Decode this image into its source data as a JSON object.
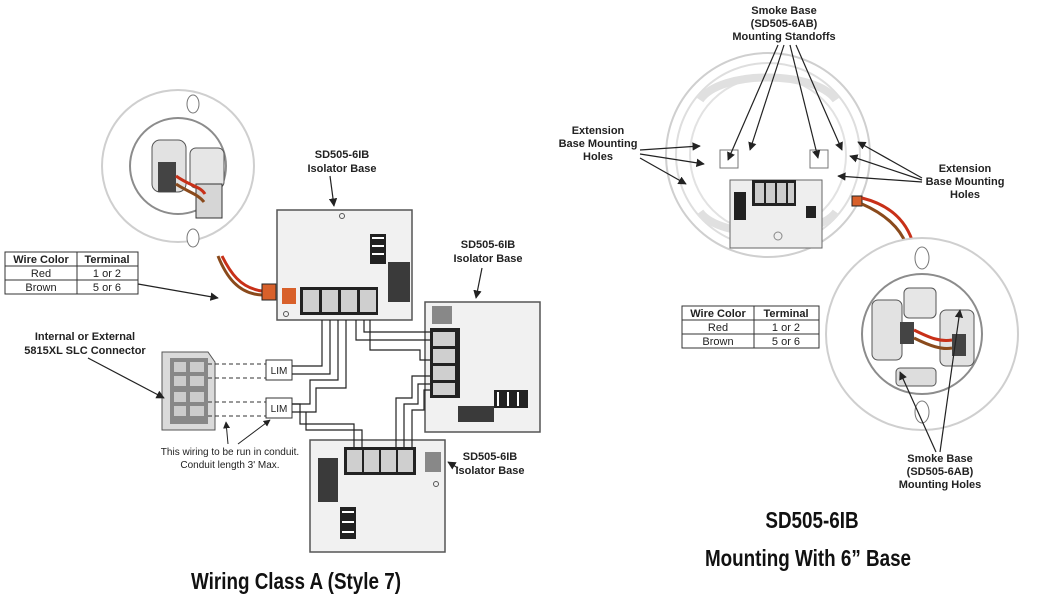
{
  "left_diagram": {
    "title": "Wiring Class A (Style 7)",
    "isolator_base_top": [
      "SD505-6IB",
      "Isolator Base"
    ],
    "isolator_base_right": [
      "SD505-6IB",
      "Isolator Base"
    ],
    "isolator_base_bottom": [
      "SD505-6IB",
      "Isolator Base"
    ],
    "slc_connector_label": [
      "Internal or External",
      "5815XL SLC Connector"
    ],
    "conduit_note": [
      "This wiring to be run in conduit.",
      "Conduit length 3' Max."
    ],
    "lim_label": "LIM",
    "wire_table": {
      "headers": [
        "Wire Color",
        "Terminal"
      ],
      "rows": [
        [
          "Red",
          "1 or 2"
        ],
        [
          "Brown",
          "5 or 6"
        ]
      ]
    }
  },
  "right_diagram": {
    "title": [
      "SD505-6IB",
      "Mounting With 6” Base"
    ],
    "standoffs_label": [
      "Smoke Base",
      "(SD505-6AB)",
      "Mounting Standoffs"
    ],
    "ext_holes_left": [
      "Extension",
      "Base Mounting",
      "Holes"
    ],
    "ext_holes_right": [
      "Extension",
      "Base Mounting",
      "Holes"
    ],
    "smoke_holes_label": [
      "Smoke Base",
      "(SD505-6AB)",
      "Mounting Holes"
    ],
    "wire_table": {
      "headers": [
        "Wire Color",
        "Terminal"
      ],
      "rows": [
        [
          "Red",
          "1 or 2"
        ],
        [
          "Brown",
          "5 or 6"
        ]
      ]
    }
  },
  "colors": {
    "wire_red": "#c83018",
    "wire_brown": "#8a4a1c",
    "connector_orange": "#d8602a",
    "board_fill": "#f1f1f1",
    "ink": "#222222"
  }
}
